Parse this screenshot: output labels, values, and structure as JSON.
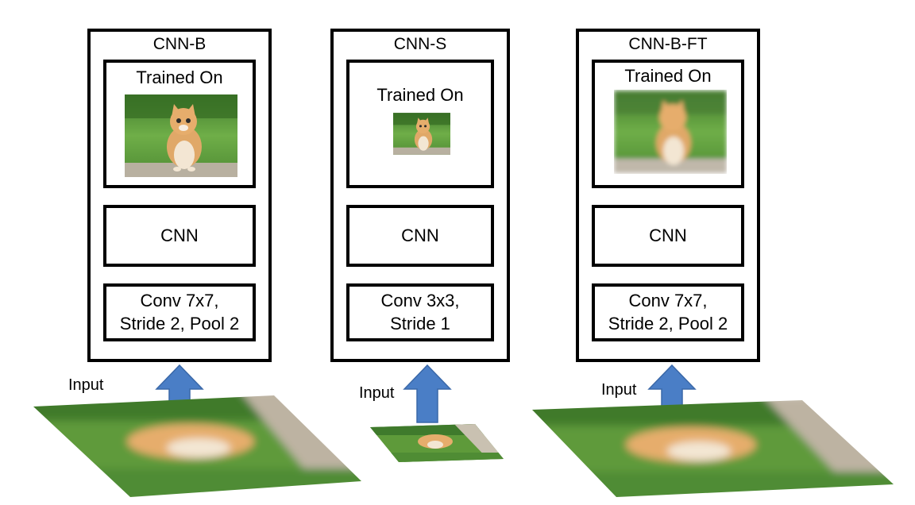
{
  "columns": [
    {
      "title": "CNN-B",
      "trained_label": "Trained On",
      "cnn_label": "CNN",
      "conv_label": "Conv 7x7,\nStride 2, Pool 2",
      "input_label": "Input",
      "image_quality": "sharp",
      "input_size": "large"
    },
    {
      "title": "CNN-S",
      "trained_label": "Trained On",
      "cnn_label": "CNN",
      "conv_label": "Conv 3x3,\nStride 1",
      "input_label": "Input",
      "image_quality": "small",
      "input_size": "small"
    },
    {
      "title": "CNN-B-FT",
      "trained_label": "Trained On",
      "cnn_label": "CNN",
      "conv_label": "Conv 7x7,\nStride 2, Pool 2",
      "input_label": "Input",
      "image_quality": "blurred",
      "input_size": "large"
    }
  ],
  "colors": {
    "arrow": "#4a7ec6",
    "arrow_stroke": "#3a68a8",
    "grass": "#5e9a3a",
    "kitten": "#d9a36a"
  }
}
